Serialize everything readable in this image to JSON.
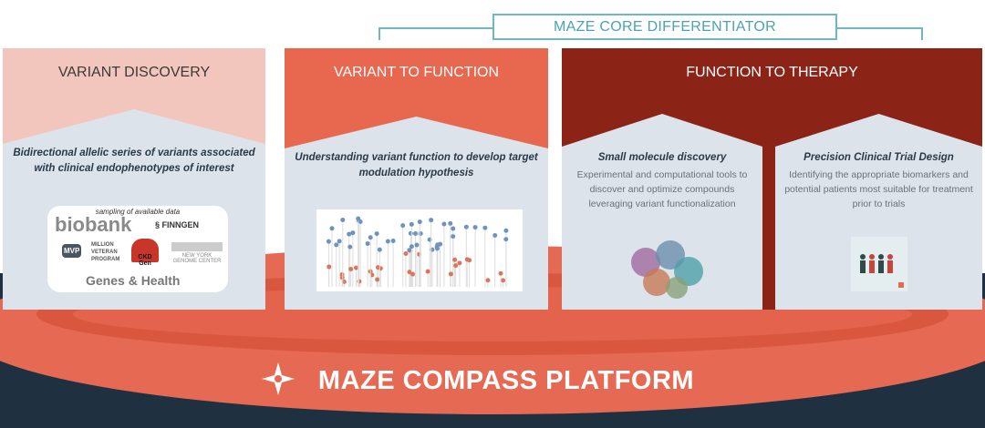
{
  "header": {
    "differentiator_label": "MAZE CORE DIFFERENTIATOR"
  },
  "panels": [
    {
      "title": "VARIANT DISCOVERY",
      "heading": "Bidirectional allelic series of variants associated with clinical endophenotypes of interest",
      "logos": {
        "caption": "sampling of available data",
        "items": [
          "biobank",
          "FINNGEN",
          "MILLION VETERAN PROGRAM",
          "CKD Gen",
          "NEW YORK GENOME CENTER",
          "Genes & Health",
          "MVP"
        ]
      }
    },
    {
      "title": "VARIANT TO FUNCTION",
      "heading": "Understanding variant function to develop target modulation hypothesis"
    },
    {
      "title": "FUNCTION TO THERAPY",
      "sub": [
        {
          "heading": "Small molecule discovery",
          "desc": "Experimental and computational tools to discover and optimize compounds leveraging variant functionalization"
        },
        {
          "heading": "Precision Clinical Trial Design",
          "desc": "Identifying the appropriate biomarkers and potential patients most suitable for treatment prior to trials"
        }
      ]
    }
  ],
  "footer": {
    "platform_title": "MAZE COMPASS PLATFORM"
  },
  "colors": {
    "teal": "#4aa3b2",
    "light_pink": "#f3c6bd",
    "coral": "#e8674f",
    "dark_red": "#8b2317",
    "navy": "#1f3140"
  }
}
